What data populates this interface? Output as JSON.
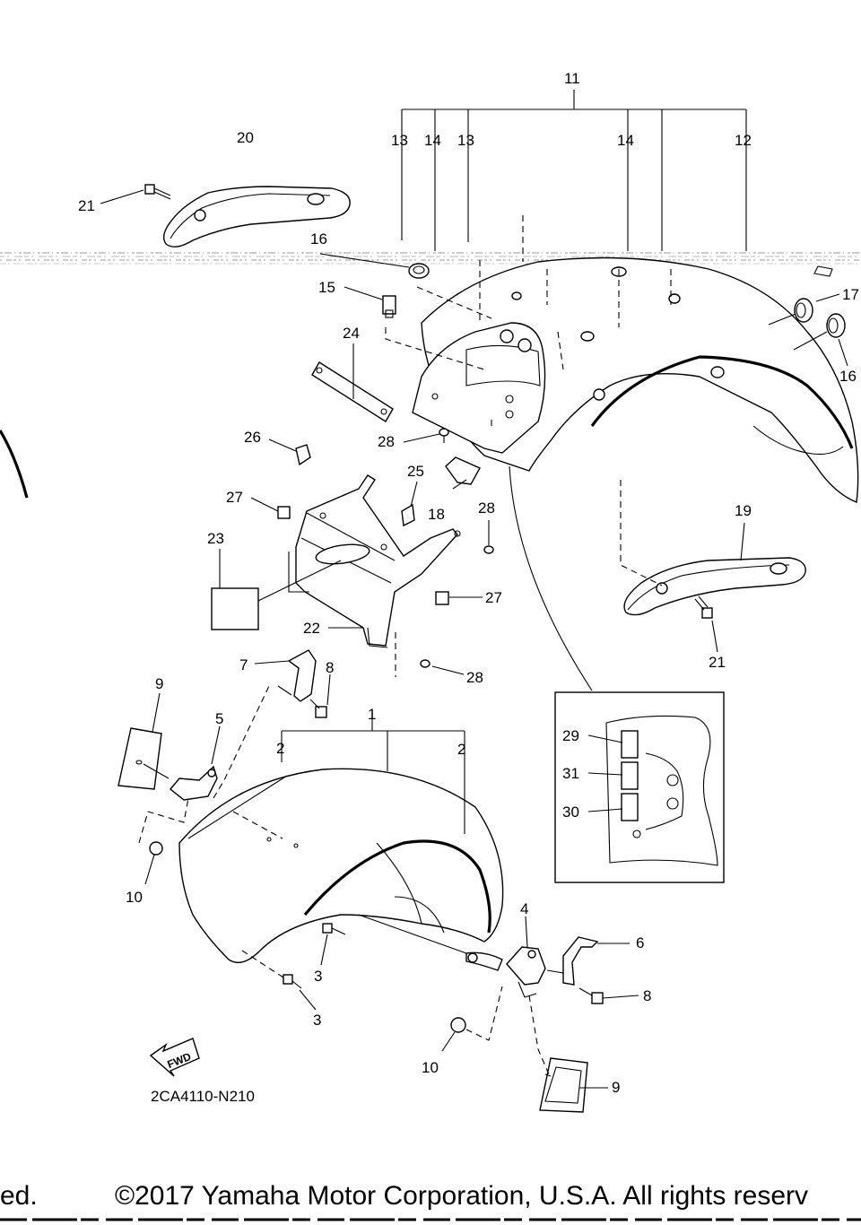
{
  "diagram": {
    "callouts": [
      {
        "id": "c11",
        "text": "11"
      },
      {
        "id": "c13a",
        "text": "13"
      },
      {
        "id": "c14a",
        "text": "14"
      },
      {
        "id": "c13b",
        "text": "13"
      },
      {
        "id": "c14b",
        "text": "14"
      },
      {
        "id": "c12",
        "text": "12"
      },
      {
        "id": "c20",
        "text": "20"
      },
      {
        "id": "c21a",
        "text": "21"
      },
      {
        "id": "c16a",
        "text": "16"
      },
      {
        "id": "c15",
        "text": "15"
      },
      {
        "id": "c17",
        "text": "17"
      },
      {
        "id": "c16b",
        "text": "16"
      },
      {
        "id": "c24",
        "text": "24"
      },
      {
        "id": "c26",
        "text": "26"
      },
      {
        "id": "c28a",
        "text": "28"
      },
      {
        "id": "c25",
        "text": "25"
      },
      {
        "id": "c18",
        "text": "18"
      },
      {
        "id": "c27a",
        "text": "27"
      },
      {
        "id": "c28b",
        "text": "28"
      },
      {
        "id": "c23",
        "text": "23"
      },
      {
        "id": "c27b",
        "text": "27"
      },
      {
        "id": "c22",
        "text": "22"
      },
      {
        "id": "c19",
        "text": "19"
      },
      {
        "id": "c21b",
        "text": "21"
      },
      {
        "id": "c28c",
        "text": "28"
      },
      {
        "id": "c7",
        "text": "7"
      },
      {
        "id": "c8a",
        "text": "8"
      },
      {
        "id": "c9a",
        "text": "9"
      },
      {
        "id": "c5",
        "text": "5"
      },
      {
        "id": "c1",
        "text": "1"
      },
      {
        "id": "c2a",
        "text": "2"
      },
      {
        "id": "c2b",
        "text": "2"
      },
      {
        "id": "c29",
        "text": "29"
      },
      {
        "id": "c31",
        "text": "31"
      },
      {
        "id": "c30",
        "text": "30"
      },
      {
        "id": "c10a",
        "text": "10"
      },
      {
        "id": "c4",
        "text": "4"
      },
      {
        "id": "c6",
        "text": "6"
      },
      {
        "id": "c3a",
        "text": "3"
      },
      {
        "id": "c8b",
        "text": "8"
      },
      {
        "id": "c3b",
        "text": "3"
      },
      {
        "id": "c10b",
        "text": "10"
      },
      {
        "id": "c9b",
        "text": "9"
      }
    ],
    "fwd_label": "FWD",
    "diagram_code": "2CA4110-N210"
  },
  "footer": {
    "left_fragment": "ed.",
    "copyright": "©2017 Yamaha Motor Corporation, U.S.A. All rights reserv"
  }
}
